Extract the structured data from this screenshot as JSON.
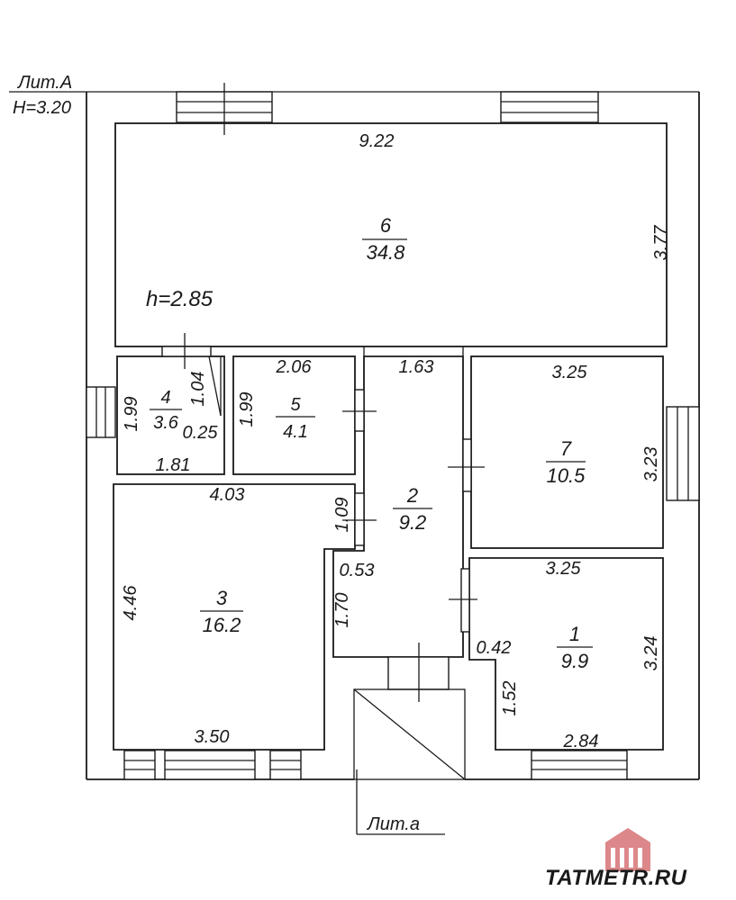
{
  "building": {
    "letter_main": "Лит.А",
    "height_main": "H=3.20",
    "letter_annex": "Лит.а",
    "room_height": "h=2.85"
  },
  "rooms": [
    {
      "number": "6",
      "area": "34.8"
    },
    {
      "number": "4",
      "area": "3.6"
    },
    {
      "number": "5",
      "area": "4.1"
    },
    {
      "number": "2",
      "area": "9.2"
    },
    {
      "number": "7",
      "area": "10.5"
    },
    {
      "number": "3",
      "area": "16.2"
    },
    {
      "number": "1",
      "area": "9.9"
    }
  ],
  "dimensions": [
    "9.22",
    "3.77",
    "1.99",
    "1.04",
    "0.25",
    "1.81",
    "1.99",
    "2.06",
    "1.63",
    "3.25",
    "3.23",
    "4.03",
    "1.09",
    "0.53",
    "1.70",
    "4.46",
    "3.50",
    "3.25",
    "0.42",
    "1.52",
    "3.24",
    "2.84"
  ],
  "watermark": {
    "text": "TATMETR.RU",
    "color": "#c0262b",
    "logo_color": "#c0262b"
  }
}
